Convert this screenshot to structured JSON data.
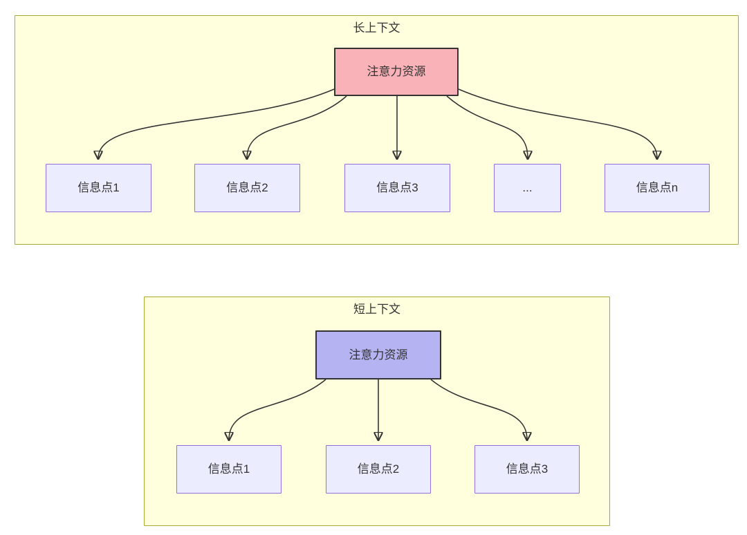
{
  "theme": {
    "page_bg": "#ffffff",
    "cluster_fill": "#ffffde",
    "cluster_border": "#aaaa33",
    "node_fill": "#ececff",
    "node_border": "#9370db",
    "long_source_fill": "#f9b2b7",
    "short_source_fill": "#b5b3f2",
    "source_border": "#333333",
    "line_color": "#333333",
    "text_color": "#333333"
  },
  "long_context": {
    "title": "长上下文",
    "source_label": "注意力资源",
    "nodes": [
      {
        "label": "信息点1"
      },
      {
        "label": "信息点2"
      },
      {
        "label": "信息点3"
      },
      {
        "label": "..."
      },
      {
        "label": "信息点n"
      }
    ]
  },
  "short_context": {
    "title": "短上下文",
    "source_label": "注意力资源",
    "nodes": [
      {
        "label": "信息点1"
      },
      {
        "label": "信息点2"
      },
      {
        "label": "信息点3"
      }
    ]
  }
}
